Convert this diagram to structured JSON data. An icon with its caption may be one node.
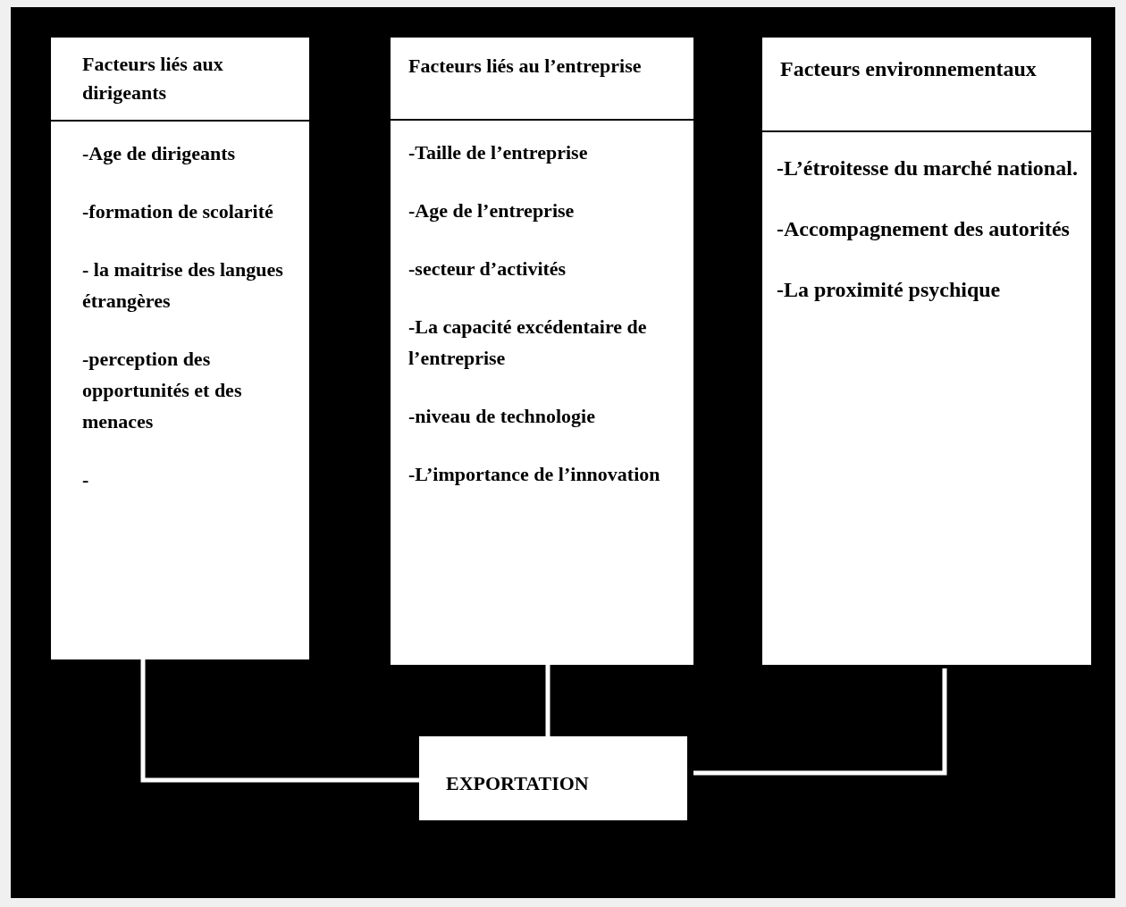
{
  "diagram": {
    "nodes": [
      {
        "text": [
          "Facteurs liés aux dirigeants",
          "-Age de dirigeants",
          "-formation de scolarité",
          "- la maitrise des langues étrangères",
          "-perception des opportunités et des menaces",
          "-"
        ]
      },
      {
        "text": [
          "Facteurs liés au l’entreprise",
          "-Taille de l’entreprise",
          "-Age de l’entreprise",
          "-secteur d’activités",
          "-La capacité excédentaire de l’entreprise",
          "-niveau de technologie",
          "-L’importance de l’innovation"
        ]
      },
      {
        "text": [
          "Facteurs environnementaux",
          "-L’étroitesse du marché national.",
          "-Accompagnement des autorités",
          "-La proximité psychique"
        ]
      },
      {
        "text": [
          "EXPORTATION"
        ]
      }
    ],
    "edges": [
      {
        "from": 0,
        "to": 3,
        "arrow": "none"
      },
      {
        "from": 1,
        "to": 3,
        "arrow": "none"
      },
      {
        "from": 2,
        "to": 3,
        "arrow": "none"
      }
    ]
  }
}
